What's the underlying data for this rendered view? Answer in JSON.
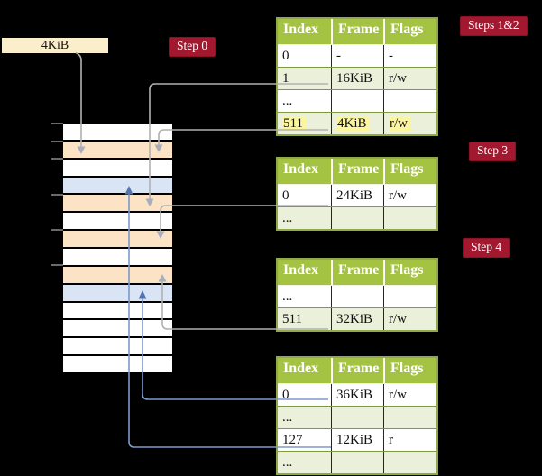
{
  "pointer_box": {
    "label": "4KiB"
  },
  "badges": {
    "step0": "Step 0",
    "steps12": "Steps 1&2",
    "step3": "Step 3",
    "step4": "Step 4"
  },
  "memory": {
    "rows": [
      {
        "kind": "white"
      },
      {
        "kind": "peach"
      },
      {
        "kind": "white"
      },
      {
        "kind": "blue"
      },
      {
        "kind": "peach"
      },
      {
        "kind": "white"
      },
      {
        "kind": "peach"
      },
      {
        "kind": "white"
      },
      {
        "kind": "peach"
      },
      {
        "kind": "blue"
      },
      {
        "kind": "white"
      },
      {
        "kind": "white"
      },
      {
        "kind": "white"
      },
      {
        "kind": "white"
      }
    ]
  },
  "tables": [
    {
      "name": "table-steps-1-2",
      "headers": [
        "Index",
        "Frame",
        "Flags"
      ],
      "rows": [
        {
          "cells": [
            "0",
            "-",
            "-"
          ],
          "highlight": false
        },
        {
          "cells": [
            "1",
            "16KiB",
            "r/w"
          ],
          "highlight": false
        },
        {
          "cells": [
            "...",
            "",
            ""
          ],
          "highlight": false
        },
        {
          "cells": [
            "511",
            "4KiB",
            "r/w"
          ],
          "highlight": true
        }
      ]
    },
    {
      "name": "table-step-3",
      "headers": [
        "Index",
        "Frame",
        "Flags"
      ],
      "rows": [
        {
          "cells": [
            "0",
            "24KiB",
            "r/w"
          ],
          "highlight": false
        },
        {
          "cells": [
            "...",
            "",
            ""
          ],
          "highlight": false
        }
      ]
    },
    {
      "name": "table-step-4",
      "headers": [
        "Index",
        "Frame",
        "Flags"
      ],
      "rows": [
        {
          "cells": [
            "...",
            "",
            ""
          ],
          "highlight": false
        },
        {
          "cells": [
            "511",
            "32KiB",
            "r/w"
          ],
          "highlight": false
        }
      ]
    },
    {
      "name": "table-final",
      "headers": [
        "Index",
        "Frame",
        "Flags"
      ],
      "rows": [
        {
          "cells": [
            "0",
            "36KiB",
            "r/w"
          ],
          "highlight": false
        },
        {
          "cells": [
            "...",
            "",
            ""
          ],
          "highlight": false
        },
        {
          "cells": [
            "127",
            "12KiB",
            "r"
          ],
          "highlight": false
        },
        {
          "cells": [
            "...",
            "",
            ""
          ],
          "highlight": false
        }
      ]
    }
  ],
  "colors": {
    "background": "#000000",
    "badge_red": "#A2182F",
    "pointer_box_cream": "#FBEECB",
    "table_header_green": "#A5C342",
    "table_row_shade": "#EBF0DA",
    "memory_page_table_peach": "#FCE3C6",
    "memory_data_page_blue": "#D9E5F5",
    "highlight_yellow": "#FBF5A0",
    "arrow_gray": "#B1B1B1",
    "arrow_blue": "#7C99CB"
  }
}
